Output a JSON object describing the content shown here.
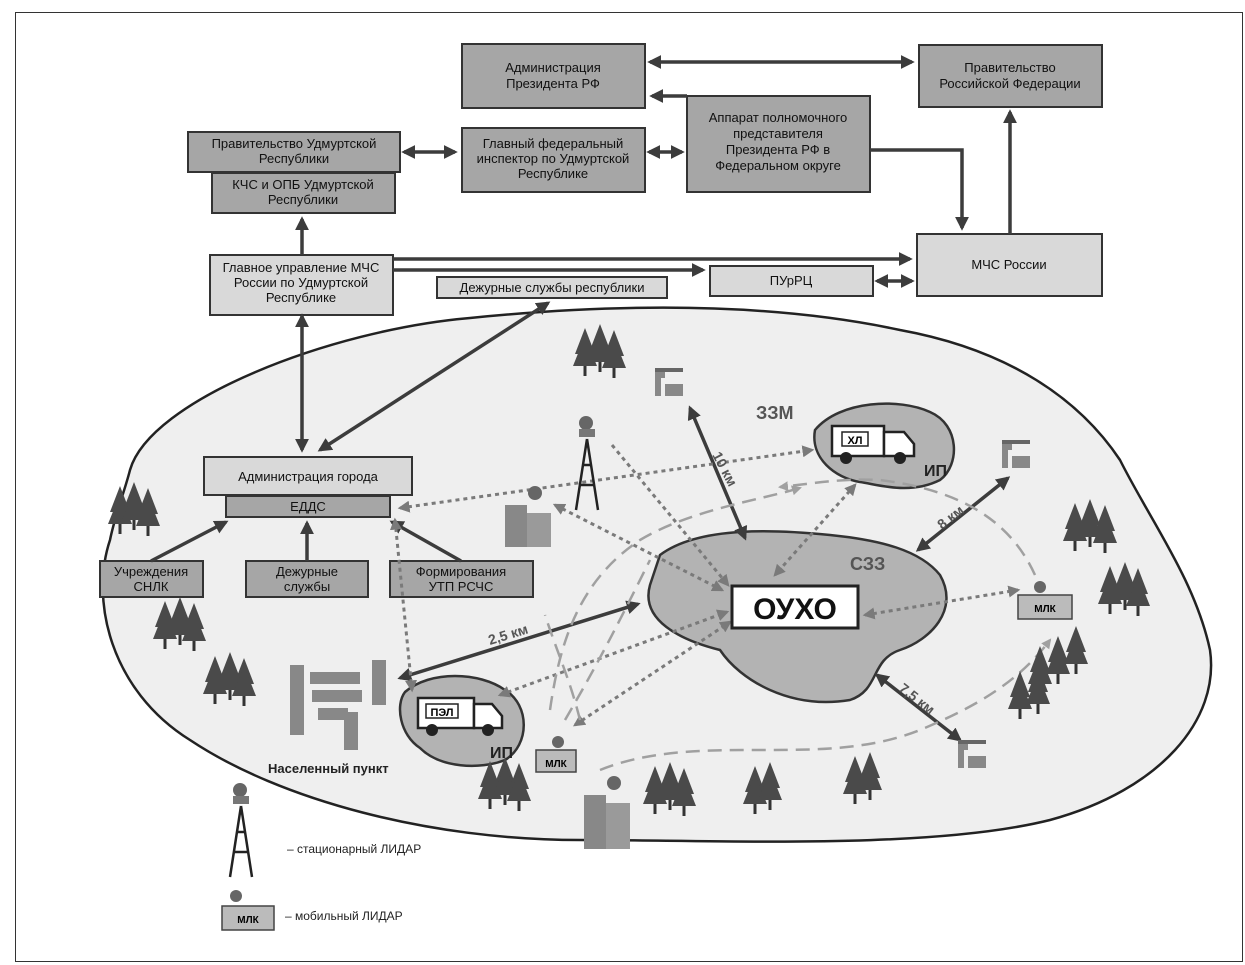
{
  "boxes": {
    "admin_president": [
      "Администрация",
      "Президента РФ"
    ],
    "government_rf": [
      "Правительство",
      "Российской Федерации"
    ],
    "apparatus": [
      "Аппарат полномочного",
      "представителя",
      "Президента РФ в",
      "Федеральном округе"
    ],
    "gov_udmurt": [
      "Правительство Удмуртской",
      "Республики"
    ],
    "kchs": [
      "КЧС и ОПБ Удмуртской",
      "Республики"
    ],
    "inspector": [
      "Главный федеральный",
      "инспектор по Удмуртской",
      "Республике"
    ],
    "main_mchs": [
      "Главное управление МЧС",
      "России по Удмуртской",
      "Республике"
    ],
    "mchs_russia": "МЧС России",
    "duty_republic": "Дежурные службы республики",
    "purc": "ПУрРЦ",
    "city_admin": "Администрация города",
    "edds": "ЕДДС",
    "snlk": [
      "Учреждения",
      "СНЛК"
    ],
    "duty_services": [
      "Дежурные",
      "службы"
    ],
    "formations": [
      "Формирования",
      "УТП РСЧС"
    ]
  },
  "map": {
    "center": "ОУХО",
    "sanitary_zone": "СЗЗ",
    "hazard_zone": "ЗЗМ",
    "ip": "ИП",
    "hl": "ХЛ",
    "pel": "ПЭЛ",
    "mlk": "МЛК",
    "settlement": "Населенный пункт",
    "distances": {
      "d10": "10 км",
      "d8": "8 км",
      "d25": "2,5 км",
      "d75": "7,5 км"
    }
  },
  "legend": {
    "stationary": "– стационарный ЛИДАР",
    "mobile": "– мобильный ЛИДАР",
    "mlk": "МЛК"
  },
  "colors": {
    "box_dark": "#a6a6a6",
    "box_light": "#d9d9d9",
    "region_fill": "#efefef",
    "zone_fill": "#b3b3b3"
  }
}
